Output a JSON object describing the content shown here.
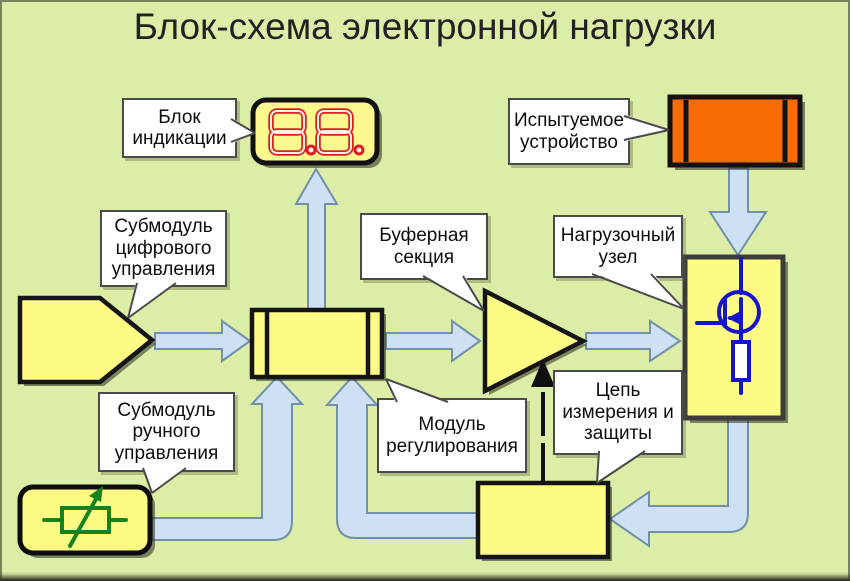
{
  "title": "Блок-схема электронной нагрузки",
  "callouts": {
    "indication": "Блок индикации",
    "dut": "Испытуемое устройство",
    "digital": "Субмодуль цифрового управления",
    "buffer": "Буферная секция",
    "load_node": "Нагрузочный узел",
    "manual": "Субмодуль ручного управления",
    "regulation": "Модуль регулирования",
    "measurement": "Цепь измерения и защиты"
  },
  "display": {
    "value": "8.8."
  },
  "icons": {
    "display": "seven-segment-display",
    "dut": "battery-block",
    "load": "mosfet-with-resistor",
    "manual": "potentiometer-arrow"
  },
  "colors": {
    "background": "#DBEDA7",
    "block_fill": "#FEFB85",
    "dut_fill": "#F96B05",
    "arrow_fill": "#CEE1F4",
    "arrow_stroke": "#7290A8",
    "outline": "#1A1A1A",
    "segment_red": "#D82020",
    "mosfet_blue": "#1515CF",
    "potentiometer_green": "#17821B"
  }
}
